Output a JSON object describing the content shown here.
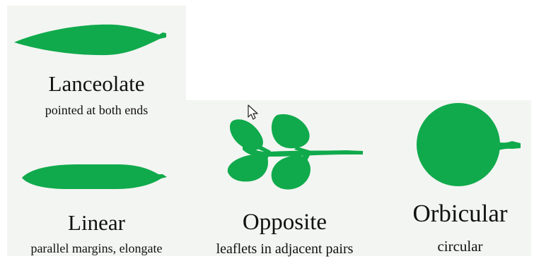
{
  "colors": {
    "leaf": "#10aa4c",
    "panel": "#f3f5f2",
    "text": "#111111"
  },
  "icons": {
    "cursor": "mouse-pointer-icon"
  },
  "shapes": [
    {
      "key": "lanceolate",
      "name": "Lanceolate",
      "description": "pointed at both ends"
    },
    {
      "key": "linear",
      "name": "Linear",
      "description": "parallel margins, elongate"
    },
    {
      "key": "opposite",
      "name": "Opposite",
      "description": "leaflets in adjacent pairs"
    },
    {
      "key": "orbicular",
      "name": "Orbicular",
      "description": "circular"
    }
  ]
}
